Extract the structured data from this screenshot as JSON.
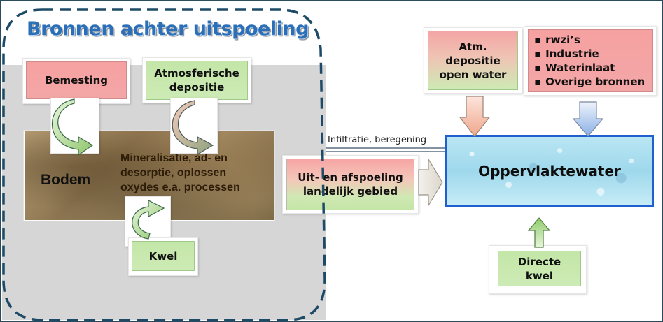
{
  "title": "Bronnen achter uitspoeling",
  "sources": {
    "bemesting": "Bemesting",
    "atmos_line1": "Atmosferische",
    "atmos_line2": "depositie",
    "kwel": "Kwel",
    "bodem": "Bodem",
    "processes_line1": "Mineralisatie, ad- en",
    "processes_line2": "desorptie, oplossen",
    "processes_line3": "oxydes e.a. processen",
    "uitspoeling_line1": "Uit- en afspoeling",
    "uitspoeling_line2": "landelijk gebied",
    "infiltratie": "Infiltratie, beregening"
  },
  "water_side": {
    "atm_line1": "Atm.",
    "atm_line2": "depositie",
    "atm_line3": "open water",
    "point_sources": [
      "rwzi’s",
      "Industrie",
      "Waterinlaat",
      "Overige bronnen"
    ],
    "oppervlaktewater": "Oppervlaktewater",
    "directe_line1": "Directe",
    "directe_line2": "kwel"
  },
  "colors": {
    "title": "#2a6fb7",
    "red_box": "#f3a6a6",
    "green_box": "#cdebb5",
    "water_border": "#1f5fcf",
    "dashed_outline": "#1d4a66"
  }
}
